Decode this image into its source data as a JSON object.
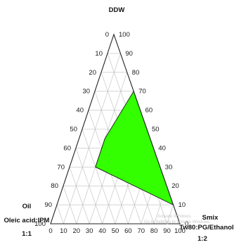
{
  "chart_data": {
    "type": "ternary",
    "vertices": {
      "top": "DDW",
      "left": [
        "Oil",
        "Oleic acid:IPM",
        "1:1"
      ],
      "right": [
        "Smix",
        "Tw80:PG/Ethanol",
        "1:2"
      ]
    },
    "tick_values": [
      0,
      10,
      20,
      30,
      40,
      50,
      60,
      70,
      80,
      90,
      100
    ],
    "axis_range": [
      0,
      100
    ],
    "grid": true,
    "region": {
      "name": "",
      "fill": "#33ff00",
      "points": [
        {
          "ddw": 70,
          "oil": 0,
          "smix": 30
        },
        {
          "ddw": 10,
          "oil": 0,
          "smix": 90
        },
        {
          "ddw": 30,
          "oil": 50,
          "smix": 20
        },
        {
          "ddw": 45,
          "oil": 35,
          "smix": 20
        }
      ]
    }
  },
  "watermark": [
    "Activate Windows",
    "Go to Settings to activate Windows."
  ],
  "colors": {
    "region_fill": "#33ff00",
    "region_stroke": "#111111",
    "frame": "#222222",
    "grid": "#bdbdbd",
    "text": "#1a1a1a"
  }
}
